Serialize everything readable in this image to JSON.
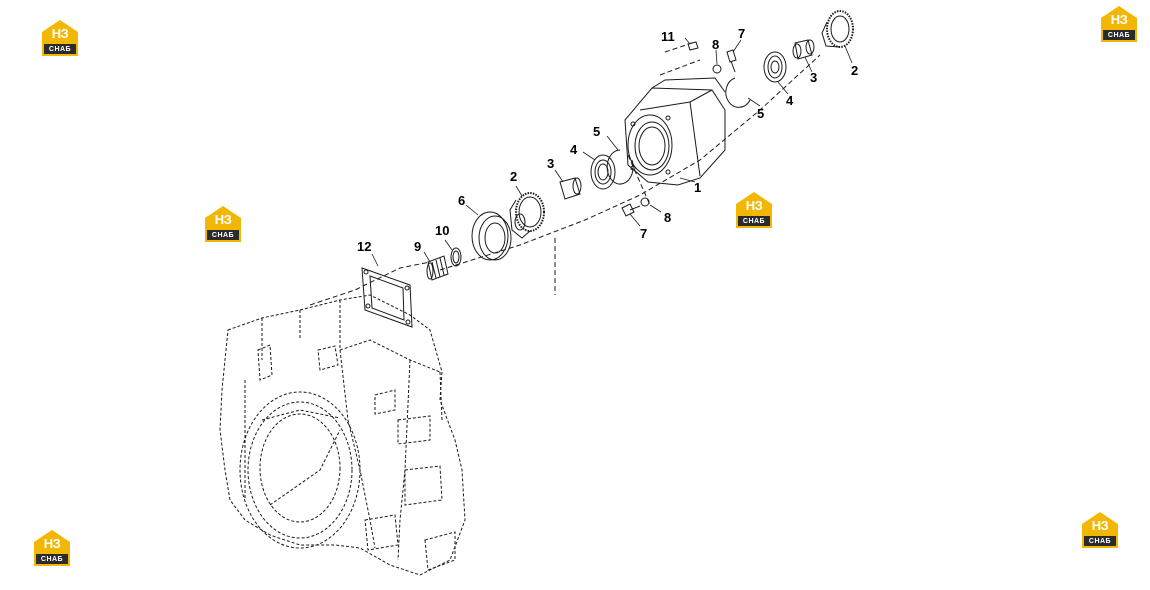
{
  "diagram": {
    "callouts": [
      {
        "id": "c11",
        "text": "11"
      },
      {
        "id": "c8a",
        "text": "8"
      },
      {
        "id": "c7a",
        "text": "7"
      },
      {
        "id": "c3a",
        "text": "3"
      },
      {
        "id": "c2a",
        "text": "2"
      },
      {
        "id": "c4a",
        "text": "4"
      },
      {
        "id": "c5a",
        "text": "5"
      },
      {
        "id": "c5b",
        "text": "5"
      },
      {
        "id": "c4b",
        "text": "4"
      },
      {
        "id": "c3b",
        "text": "3"
      },
      {
        "id": "c2b",
        "text": "2"
      },
      {
        "id": "c1",
        "text": "1"
      },
      {
        "id": "c6",
        "text": "6"
      },
      {
        "id": "c8b",
        "text": "8"
      },
      {
        "id": "c7b",
        "text": "7"
      },
      {
        "id": "c12",
        "text": "12"
      },
      {
        "id": "c9",
        "text": "9"
      },
      {
        "id": "c10",
        "text": "10"
      }
    ],
    "watermark": {
      "top_text": "НЗ",
      "bottom_text": "СНАБ",
      "colors": {
        "gold": "#F2B705",
        "dark": "#2b2b2b"
      }
    },
    "line_color": "#1a1a1a"
  }
}
